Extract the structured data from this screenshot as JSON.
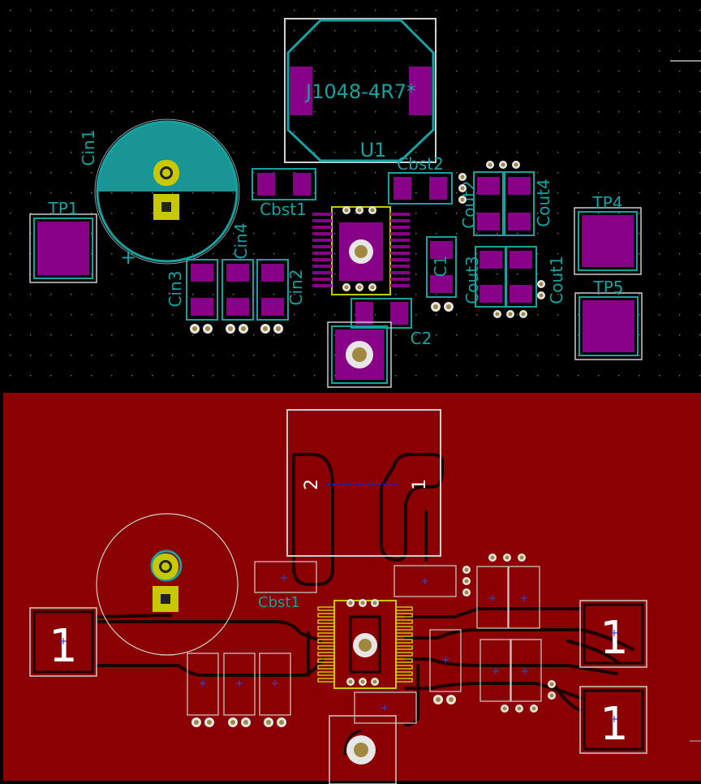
{
  "view": {
    "top_layer": "F.Cu",
    "bottom_layer": "B.Cu",
    "colors": {
      "top_bg": "#000000",
      "bottom_bg": "#8b0000",
      "silk": "#17a2a2",
      "pad": "#880088",
      "outline": "#cccccc",
      "via": "#d4c05a",
      "plated_pad": "#c8c800"
    }
  },
  "top": {
    "inductor_value": "J1048-4R7*",
    "inductor_ref": "U1",
    "refs": {
      "cin1": "Cin1",
      "tp1": "TP1",
      "cbst1": "Cbst1",
      "cbst2": "Cbst2",
      "cout2": "Cout2",
      "cout4": "Cout4",
      "tp4": "TP4",
      "tp5": "TP5",
      "cin3": "Cin3",
      "cin4": "Cin4",
      "cin2": "Cin2",
      "c1": "C1",
      "cout3": "Cout3",
      "cout1": "Cout1",
      "c2": "C2",
      "plus": "+"
    }
  },
  "bottom": {
    "inductor_pad_left": "2",
    "inductor_pad_right": "1",
    "tp1_pad": "1",
    "tp4_pad": "1",
    "tp5_pad": "1",
    "cbst1_ref": "Cbst1"
  }
}
